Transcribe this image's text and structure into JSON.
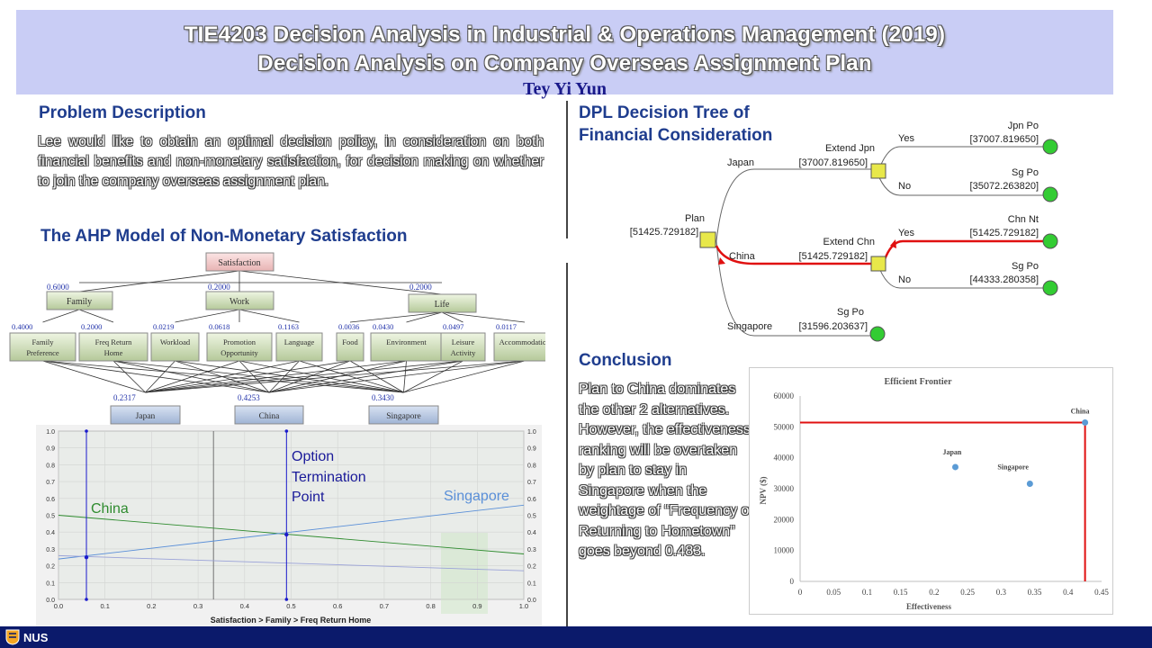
{
  "header": {
    "title_line1": "TIE4203 Decision Analysis in Industrial & Operations Management (2019)",
    "title_line2": "Decision Analysis on Company Overseas Assignment Plan",
    "author": "Tey Yi Yun"
  },
  "problem": {
    "heading": "Problem Description",
    "text": "Lee would like to obtain an optimal decision policy, in consideration on both financial benefits and non-monetary satisfaction, for decision making on whether to join the company overseas assignment plan."
  },
  "ahp": {
    "heading": "The AHP Model of Non-Monetary Satisfaction",
    "goal": "Satisfaction",
    "criteria": [
      {
        "label": "Family",
        "weight": "0.6000"
      },
      {
        "label": "Work",
        "weight": "0.2000"
      },
      {
        "label": "Life",
        "weight": "0.2000"
      }
    ],
    "subcriteria": [
      {
        "label": "Family Preference",
        "line1": "Family",
        "line2": "Preference",
        "weight": "0.4000"
      },
      {
        "label": "Freq Return Home",
        "line1": "Freq Return",
        "line2": "Home",
        "weight": "0.2000"
      },
      {
        "label": "Workload",
        "line1": "Workload",
        "line2": "",
        "weight": "0.0219"
      },
      {
        "label": "Promotion Opportunity",
        "line1": "Promotion",
        "line2": "Opportunity",
        "weight": "0.0618"
      },
      {
        "label": "Language",
        "line1": "Language",
        "line2": "",
        "weight": "0.1163"
      },
      {
        "label": "Food",
        "line1": "Food",
        "line2": "",
        "weight": "0.0036"
      },
      {
        "label": "Environment",
        "line1": "Environment",
        "line2": "",
        "weight": "0.0430"
      },
      {
        "label": "Leisure Activity",
        "line1": "Leisure",
        "line2": "Activity",
        "weight": "0.0497"
      },
      {
        "label": "Accommodation",
        "line1": "Accommodation",
        "line2": "",
        "weight": "0.0117"
      }
    ],
    "alternatives": [
      {
        "label": "Japan",
        "weight": "0.2317"
      },
      {
        "label": "China",
        "weight": "0.4253"
      },
      {
        "label": "Singapore",
        "weight": "0.3430"
      }
    ]
  },
  "sensitivity": {
    "xlabel": "Satisfaction > Family > Freq Return Home",
    "x_ticks": [
      "0.0",
      "0.1",
      "0.2",
      "0.3",
      "0.4",
      "0.5",
      "0.6",
      "0.7",
      "0.8",
      "0.9",
      "1.0"
    ],
    "y_ticks": [
      "0.0",
      "0.1",
      "0.2",
      "0.3",
      "0.4",
      "0.5",
      "0.6",
      "0.7",
      "0.8",
      "0.9",
      "1.0"
    ],
    "label_china": "China",
    "label_singapore": "Singapore",
    "label_option_line1": "Option",
    "label_option_line2": "Termination",
    "label_option_line3": "Point",
    "colors": {
      "china": "#2e8b2e",
      "singapore": "#5a8fd8",
      "japan": "#9aa2d8",
      "marker": "#1a1acc"
    }
  },
  "tree": {
    "heading_line1": "DPL Decision Tree of",
    "heading_line2": "Financial Consideration",
    "root_label": "Plan",
    "root_value": "[51425.729182]",
    "branch_japan": "Japan",
    "branch_china": "China",
    "branch_singapore": "Singapore",
    "extend_jpn": "Extend Jpn",
    "extend_jpn_value": "[37007.819650]",
    "extend_chn": "Extend Chn",
    "extend_chn_value": "[51425.729182]",
    "sg_po_root": "Sg Po",
    "sg_po_root_value": "[31596.203637]",
    "yes": "Yes",
    "no": "No",
    "jpn_po": "Jpn Po",
    "jpn_po_value": "[37007.819650]",
    "sg_po_1": "Sg Po",
    "sg_po_1_value": "[35072.263820]",
    "chn_nt": "Chn Nt",
    "chn_nt_value": "[51425.729182]",
    "sg_po_2": "Sg Po",
    "sg_po_2_value": "[44333.280358]",
    "colors": {
      "decision": "#e8e84a",
      "terminal": "#33cc33",
      "optimal": "#e01010"
    }
  },
  "conclusion": {
    "heading": "Conclusion",
    "text": "Plan to China dominates the other 2 alternatives. However, the effectiveness ranking will be overtaken by plan to stay in Singapore when the weightage of “Frequency of Returning to Hometown” goes beyond 0.483."
  },
  "chart_data": {
    "type": "scatter",
    "title": "Efficient Frontier",
    "xlabel": "Effectiveness",
    "ylabel": "NPV ($)",
    "xlim": [
      0,
      0.45
    ],
    "ylim": [
      0,
      60000
    ],
    "x_ticks": [
      0,
      0.05,
      0.1,
      0.15,
      0.2,
      0.25,
      0.3,
      0.35,
      0.4,
      0.45
    ],
    "y_ticks": [
      0,
      10000,
      20000,
      30000,
      40000,
      50000,
      60000
    ],
    "points": [
      {
        "label": "Japan",
        "x": 0.2317,
        "y": 37007.82
      },
      {
        "label": "China",
        "x": 0.4253,
        "y": 51425.73
      },
      {
        "label": "Singapore",
        "x": 0.343,
        "y": 31596.2
      }
    ],
    "frontier": {
      "x": 0.4253,
      "y": 51425.73,
      "color": "#e01010"
    },
    "grid": false,
    "point_color": "#5b9bd5"
  },
  "footer": {
    "logo": "NUS"
  }
}
